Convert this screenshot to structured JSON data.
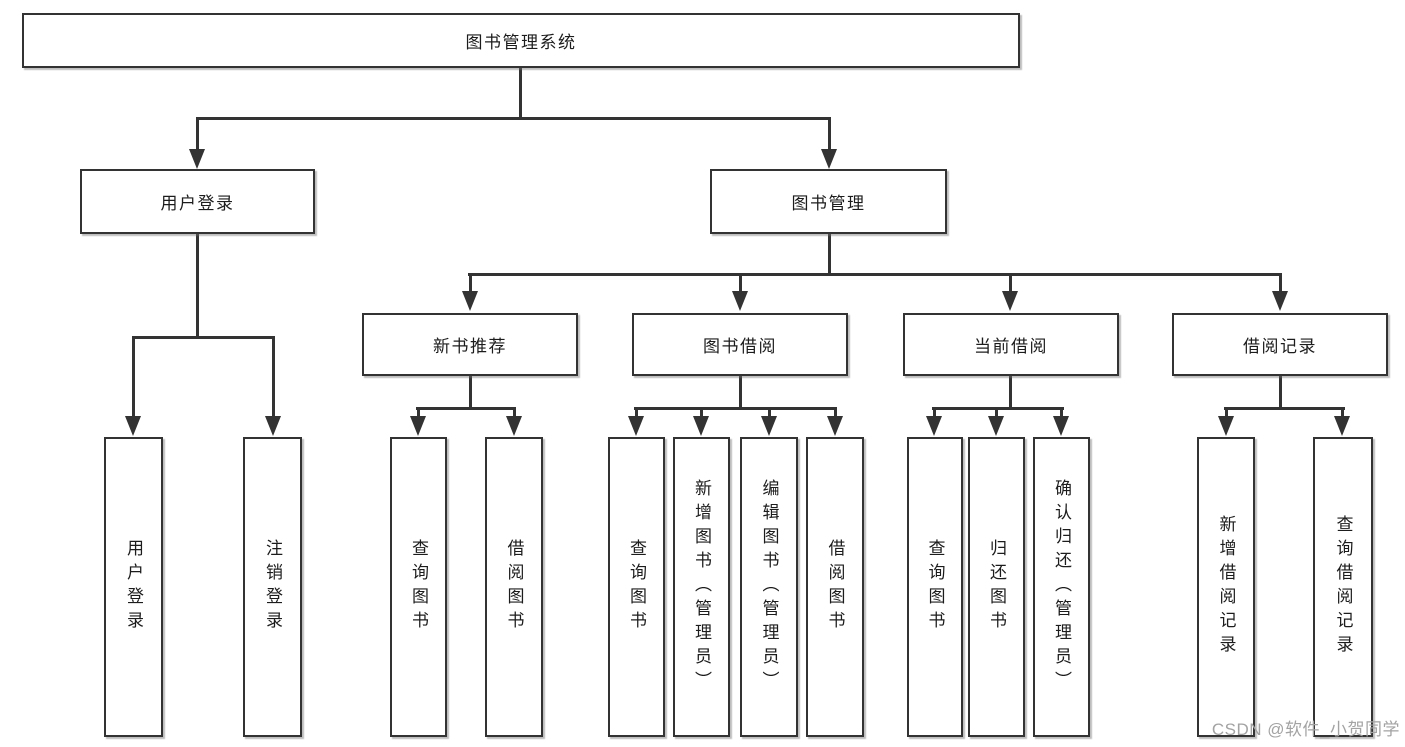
{
  "tree": {
    "label": "图书管理系统",
    "children": [
      {
        "label": "用户登录",
        "children": [
          {
            "label": "用户登录"
          },
          {
            "label": "注销登录"
          }
        ]
      },
      {
        "label": "图书管理",
        "children": [
          {
            "label": "新书推荐",
            "children": [
              {
                "label": "查询图书"
              },
              {
                "label": "借阅图书"
              }
            ]
          },
          {
            "label": "图书借阅",
            "children": [
              {
                "label": "查询图书"
              },
              {
                "label": "新增图书（管理员）"
              },
              {
                "label": "编辑图书（管理员）"
              },
              {
                "label": "借阅图书"
              }
            ]
          },
          {
            "label": "当前借阅",
            "children": [
              {
                "label": "查询图书"
              },
              {
                "label": "归还图书"
              },
              {
                "label": "确认归还（管理员）"
              }
            ]
          },
          {
            "label": "借阅记录",
            "children": [
              {
                "label": "新增借阅记录"
              },
              {
                "label": "查询借阅记录"
              }
            ]
          }
        ]
      }
    ]
  },
  "watermark": {
    "text": "CSDN @软件_小贺同学"
  },
  "colors": {
    "line": "#333333",
    "box_border": "#333333",
    "text": "#1c1c1c",
    "watermark": "#a3a3a3",
    "background": "#ffffff"
  }
}
